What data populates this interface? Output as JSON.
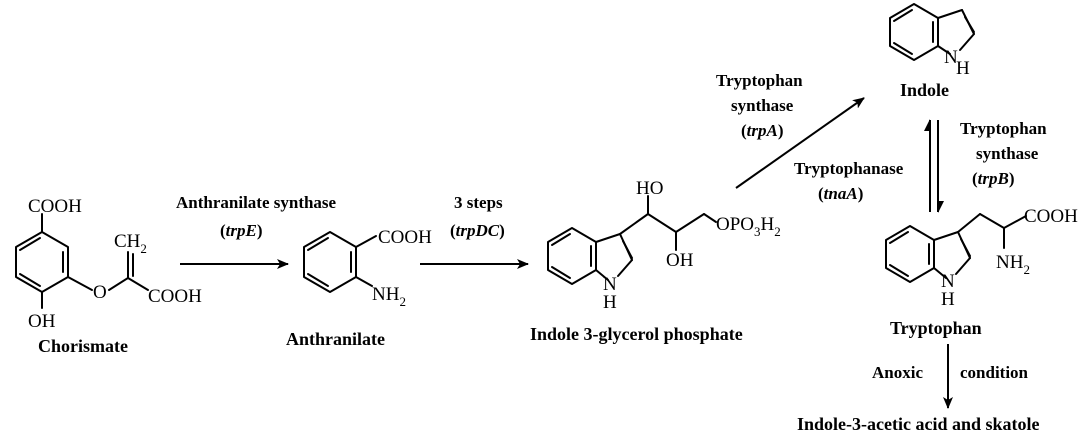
{
  "compounds": {
    "chorismate": "Chorismate",
    "anthranilate": "Anthranilate",
    "igp": "Indole 3-glycerol phosphate",
    "indole": "Indole",
    "tryptophan": "Tryptophan",
    "products": "Indole-3-acetic acid and skatole"
  },
  "enzymes": {
    "anthranilate_synthase": {
      "line1": "Anthranilate synthase",
      "gene": "trpE"
    },
    "three_steps": {
      "line1": "3 steps",
      "gene": "trpDC"
    },
    "trpA": {
      "line1": "Tryptophan",
      "line2": "synthase",
      "gene": "trpA"
    },
    "trpB": {
      "line1": "Tryptophan",
      "line2": "synthase",
      "gene": "trpB"
    },
    "tnaA": {
      "line1": "Tryptophanase",
      "gene": "tnaA"
    }
  },
  "conditions": {
    "left": "Anoxic",
    "right": "condition"
  },
  "atoms": {
    "cooh": "COOH",
    "ch": "CH",
    "two": "2",
    "three": "3",
    "o": "O",
    "oh": "OH",
    "ho": "HO",
    "nh": "NH",
    "n": "N",
    "h": "H",
    "opo": "OPO",
    "h2": "H"
  }
}
